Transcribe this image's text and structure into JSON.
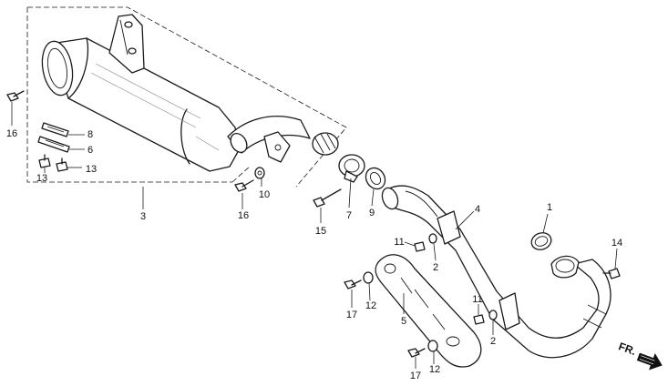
{
  "callouts": [
    {
      "id": "c16a",
      "text": "16"
    },
    {
      "id": "c8",
      "text": "8"
    },
    {
      "id": "c6",
      "text": "6"
    },
    {
      "id": "c13a",
      "text": "13"
    },
    {
      "id": "c13b",
      "text": "13"
    },
    {
      "id": "c3",
      "text": "3"
    },
    {
      "id": "c16b",
      "text": "16"
    },
    {
      "id": "c10",
      "text": "10"
    },
    {
      "id": "c15",
      "text": "15"
    },
    {
      "id": "c7",
      "text": "7"
    },
    {
      "id": "c9",
      "text": "9"
    },
    {
      "id": "c4",
      "text": "4"
    },
    {
      "id": "c1",
      "text": "1"
    },
    {
      "id": "c11a",
      "text": "11"
    },
    {
      "id": "c2a",
      "text": "2"
    },
    {
      "id": "c14",
      "text": "14"
    },
    {
      "id": "c17a",
      "text": "17"
    },
    {
      "id": "c12a",
      "text": "12"
    },
    {
      "id": "c5",
      "text": "5"
    },
    {
      "id": "c11b",
      "text": "11"
    },
    {
      "id": "c2b",
      "text": "2"
    },
    {
      "id": "c17b",
      "text": "17"
    },
    {
      "id": "c12b",
      "text": "12"
    }
  ],
  "direction_label": "FR."
}
